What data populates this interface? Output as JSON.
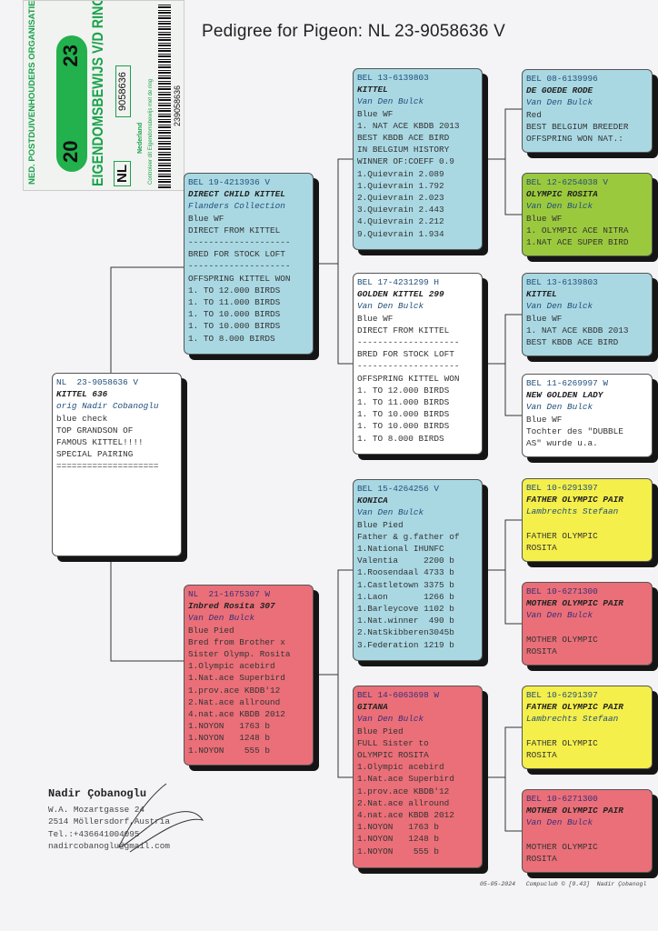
{
  "title": "Pedigree for Pigeon: NL  23-9058636 V",
  "ring_sticker": {
    "organisation": "NED. POSTDUIVENHOUDERS ORGANISATIE",
    "year_left": "20",
    "year_right": "23",
    "heading": "EIGENDOMSBEWIJS V/D RING",
    "country_code": "NL",
    "ring_number": "9058636",
    "country": "Nederland",
    "control_note": "Controleer dit Eigendomsbewijs met de ring",
    "barcode": "239058636"
  },
  "pigeons": {
    "subject": {
      "ring": "NL  23-9058636 V",
      "name": "KITTEL 636",
      "owner": "orig Nadir Cobanoglu",
      "lines": [
        "blue check",
        "TOP GRANDSON OF",
        "FAMOUS KITTEL!!!!",
        "SPECIAL PAIRING",
        "===================="
      ]
    },
    "sire": {
      "ring": "BEL 19-4213936 V",
      "name": "DIRECT CHILD KITTEL",
      "owner": "Flanders Collection",
      "lines": [
        "Blue WF",
        "DIRECT FROM KITTEL",
        "--------------------",
        "BRED FOR STOCK LOFT",
        "--------------------",
        "OFFSPRING KITTEL WON",
        "1. TO 12.000 BIRDS",
        "1. TO 11.000 BIRDS",
        "1. TO 10.000 BIRDS",
        "1. TO 10.000 BIRDS",
        "1. TO 8.000 BIRDS"
      ]
    },
    "dam": {
      "ring": "NL  21-1675307 W",
      "name": "Inbred Rosita 307",
      "owner": "Van Den Bulck",
      "lines": [
        "Blue Pied",
        "Bred from Brother x",
        "Sister Olymp. Rosita",
        "1.Olympic acebird",
        "1.Nat.ace Superbird",
        "1.prov.ace KBDB'12",
        "2.Nat.ace allround",
        "4.nat.ace KBDB 2012",
        "1.NOYON   1763 b",
        "1.NOYON   1248 b",
        "1.NOYON    555 b"
      ]
    },
    "sire_sire": {
      "ring": "BEL 13-6139803",
      "name": "KITTEL",
      "owner": "Van Den Bulck",
      "lines": [
        "Blue WF",
        "1. NAT ACE KBDB 2013",
        "BEST KBDB ACE BIRD",
        "IN BELGIUM HISTORY",
        "WINNER OF:COEFF 0.9",
        "1.Quievrain 2.089",
        "1.Quievrain 1.792",
        "2.Quievrain 2.023",
        "3.Quievrain 2.443",
        "4.Quievrain 2.212",
        "9.Quievrain 1.934"
      ]
    },
    "sire_dam": {
      "ring": "BEL 17-4231299 H",
      "name": "GOLDEN KITTEL 299",
      "owner": "Van Den Bulck",
      "lines": [
        "Blue WF",
        "DIRECT FROM KITTEL",
        "--------------------",
        "BRED FOR STOCK LOFT",
        "--------------------",
        "OFFSPRING KITTEL WON",
        "1. TO 12.000 BIRDS",
        "1. TO 11.000 BIRDS",
        "1. TO 10.000 BIRDS",
        "1. TO 10.000 BIRDS",
        "1. TO 8.000 BIRDS"
      ]
    },
    "dam_sire": {
      "ring": "BEL 15-4264256 V",
      "name": "KONICA",
      "owner": "Van Den Bulck",
      "lines": [
        "Blue Pied",
        "Father & g.father of",
        "1.National IHUNFC",
        "Valentia     2200 b",
        "1.Roosendaal 4733 b",
        "1.Castletown 3375 b",
        "1.Laon       1266 b",
        "1.Barleycove 1102 b",
        "1.Nat.winner  490 b",
        "2.NatSkibberen3045b",
        "3.Federation 1219 b"
      ]
    },
    "dam_dam": {
      "ring": "BEL 14-6063698 W",
      "name": "GITANA",
      "owner": "Van Den Bulck",
      "lines": [
        "Blue Pied",
        "FULL Sister to",
        "OLYMPIC ROSITA",
        "1.Olympic acebird",
        "1.Nat.ace Superbird",
        "1.prov.ace KBDB'12",
        "2.Nat.ace allround",
        "4.nat.ace KBDB 2012",
        "1.NOYON   1763 b",
        "1.NOYON   1248 b",
        "1.NOYON    555 b"
      ]
    },
    "ss_sire": {
      "ring": "BEL 08-6139996",
      "name": "DE GOEDE RODE",
      "owner": "Van Den Bulck",
      "lines": [
        "Red",
        "BEST BELGIUM BREEDER",
        "OFFSPRING WON NAT.:"
      ]
    },
    "ss_dam": {
      "ring": "BEL 12-6254038 V",
      "name": "OLYMPIC ROSITA",
      "owner": "Van Den Bulck",
      "lines": [
        "Blue WF",
        "1. OLYMPIC ACE NITRA",
        "1.NAT ACE SUPER BIRD"
      ]
    },
    "sd_sire": {
      "ring": "BEL 13-6139803",
      "name": "KITTEL",
      "owner": "Van Den Bulck",
      "lines": [
        "Blue WF",
        "1. NAT ACE KBDB 2013",
        "BEST KBDB ACE BIRD"
      ]
    },
    "sd_dam": {
      "ring": "BEL 11-6269997 W",
      "name": "NEW GOLDEN LADY",
      "owner": "Van Den Bulck",
      "lines": [
        "Blue WF",
        "Tochter des \"DUBBLE",
        "AS\" wurde u.a."
      ]
    },
    "ds_sire": {
      "ring": "BEL 10-6291397",
      "name": "FATHER OLYMPIC PAIR",
      "owner": "Lambrechts Stefaan",
      "lines": [
        "",
        "FATHER OLYMPIC",
        "ROSITA"
      ]
    },
    "ds_dam": {
      "ring": "BEL 10-6271300",
      "name": "MOTHER OLYMPIC PAIR",
      "owner": "Van Den Bulck",
      "lines": [
        "",
        "MOTHER OLYMPIC",
        "ROSITA"
      ]
    },
    "dd_sire": {
      "ring": "BEL 10-6291397",
      "name": "FATHER OLYMPIC PAIR",
      "owner": "Lambrechts Stefaan",
      "lines": [
        "",
        "FATHER OLYMPIC",
        "ROSITA"
      ]
    },
    "dd_dam": {
      "ring": "BEL 10-6271300",
      "name": "MOTHER OLYMPIC PAIR",
      "owner": "Van Den Bulck",
      "lines": [
        "",
        "MOTHER OLYMPIC",
        "ROSITA"
      ]
    }
  },
  "breeder": {
    "name": "Nadir Çobanoglu",
    "street": "W.A. Mozartgasse 24",
    "city": "2514  Möllersdorf,Austria",
    "phone": "Tel.:+436641004095",
    "email": "nadircobanoglu@gmail.com"
  },
  "footer": {
    "date": "05-05-2024",
    "software": "Compuclub © [9.43]",
    "author": "Nadir Çobanogl"
  }
}
